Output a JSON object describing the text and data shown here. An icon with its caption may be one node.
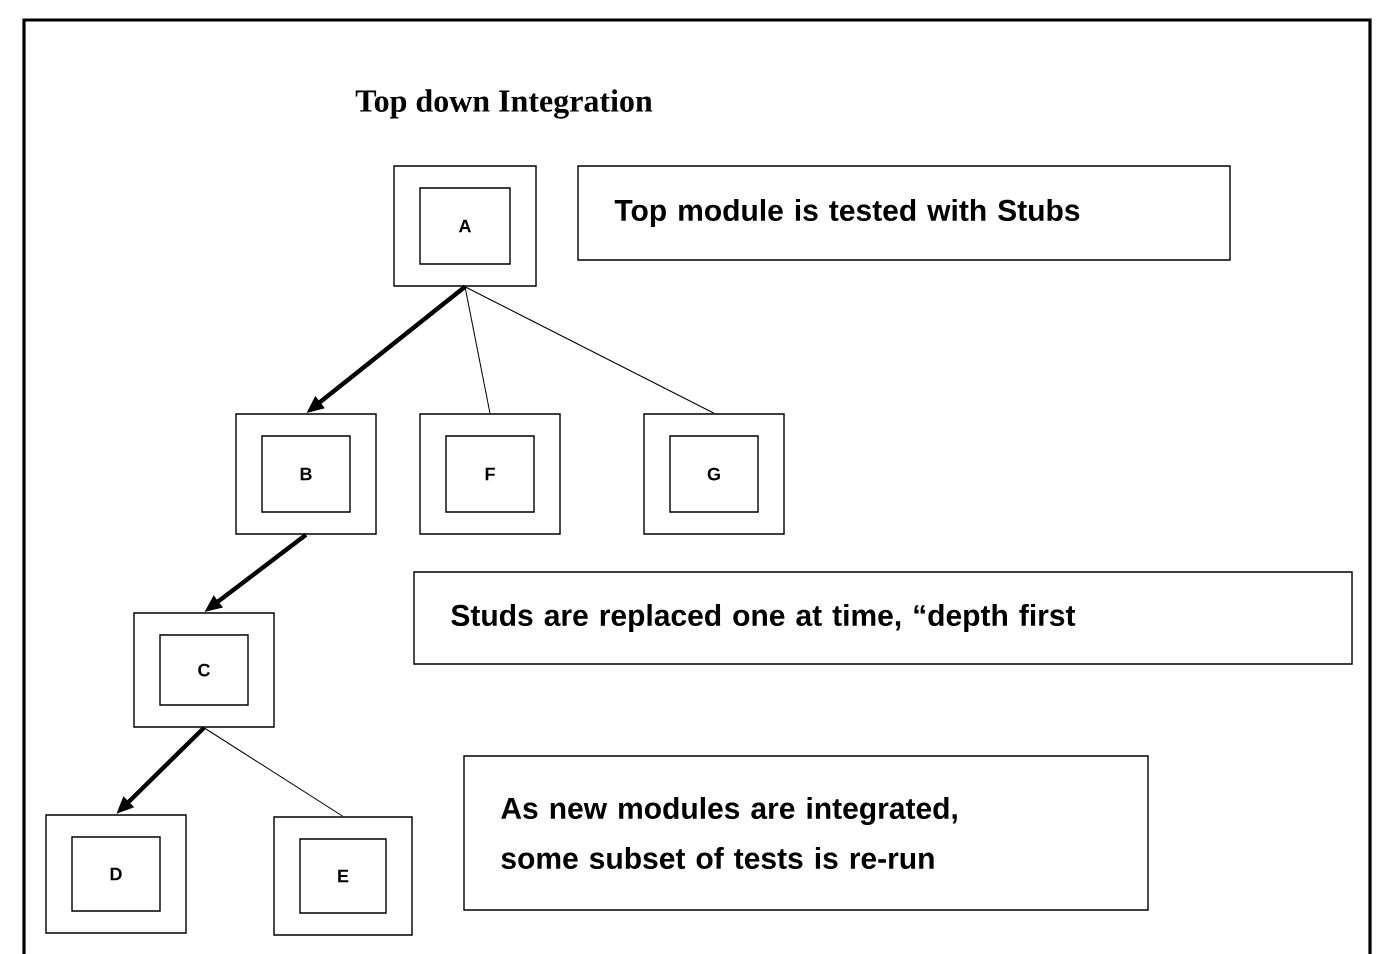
{
  "diagram": {
    "title": "Top down Integration",
    "nodes": [
      {
        "text": [
          "A"
        ]
      },
      {
        "text": [
          "B"
        ]
      },
      {
        "text": [
          "F"
        ]
      },
      {
        "text": [
          "G"
        ]
      },
      {
        "text": [
          "C"
        ]
      },
      {
        "text": [
          "D"
        ]
      },
      {
        "text": [
          "E"
        ]
      },
      {
        "text": [
          "Top module is tested with Stubs"
        ]
      },
      {
        "text": [
          "Studs are replaced one at time, “depth first"
        ]
      },
      {
        "text": [
          "As new modules are integrated, some subset of tests is re-run"
        ]
      }
    ],
    "edges": [
      {
        "from": 0,
        "to": 1,
        "arrow": "to",
        "style": "thick"
      },
      {
        "from": 0,
        "to": 2,
        "arrow": "none"
      },
      {
        "from": 0,
        "to": 3,
        "arrow": "none"
      },
      {
        "from": 1,
        "to": 4,
        "arrow": "to",
        "style": "thick"
      },
      {
        "from": 4,
        "to": 5,
        "arrow": "to",
        "style": "thick"
      },
      {
        "from": 4,
        "to": 6,
        "arrow": "none"
      }
    ]
  }
}
